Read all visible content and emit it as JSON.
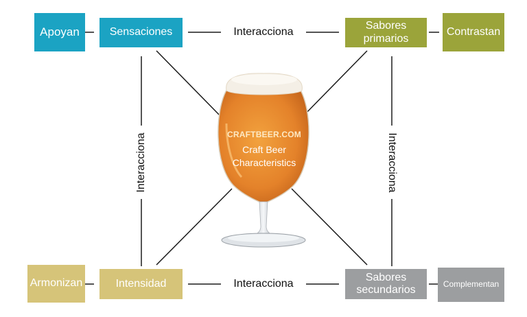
{
  "boxes": {
    "apoyan": "Apoyan",
    "sensaciones": "Sensaciones",
    "sabores_primarios": [
      "Sabores",
      "primarios"
    ],
    "contrastan": "Contrastan",
    "armonizan": "Armonizan",
    "intensidad": "Intensidad",
    "sabores_secundarios": [
      "Sabores",
      "secundarios"
    ],
    "complementan": "Complementan"
  },
  "connectors": {
    "top": "Interacciona",
    "bottom": "Interacciona",
    "left": "Interacciona",
    "right": "Interacciona"
  },
  "center": {
    "logo": "CRAFTBEER.COM",
    "line1": "Craft Beer",
    "line2": "Characteristics"
  },
  "colors": {
    "blue": "#1ba3c3",
    "olive": "#9ba43a",
    "tan": "#d6c479",
    "gray": "#9c9ea0",
    "beer": "#e98a2c",
    "foam": "#f4efe6"
  }
}
